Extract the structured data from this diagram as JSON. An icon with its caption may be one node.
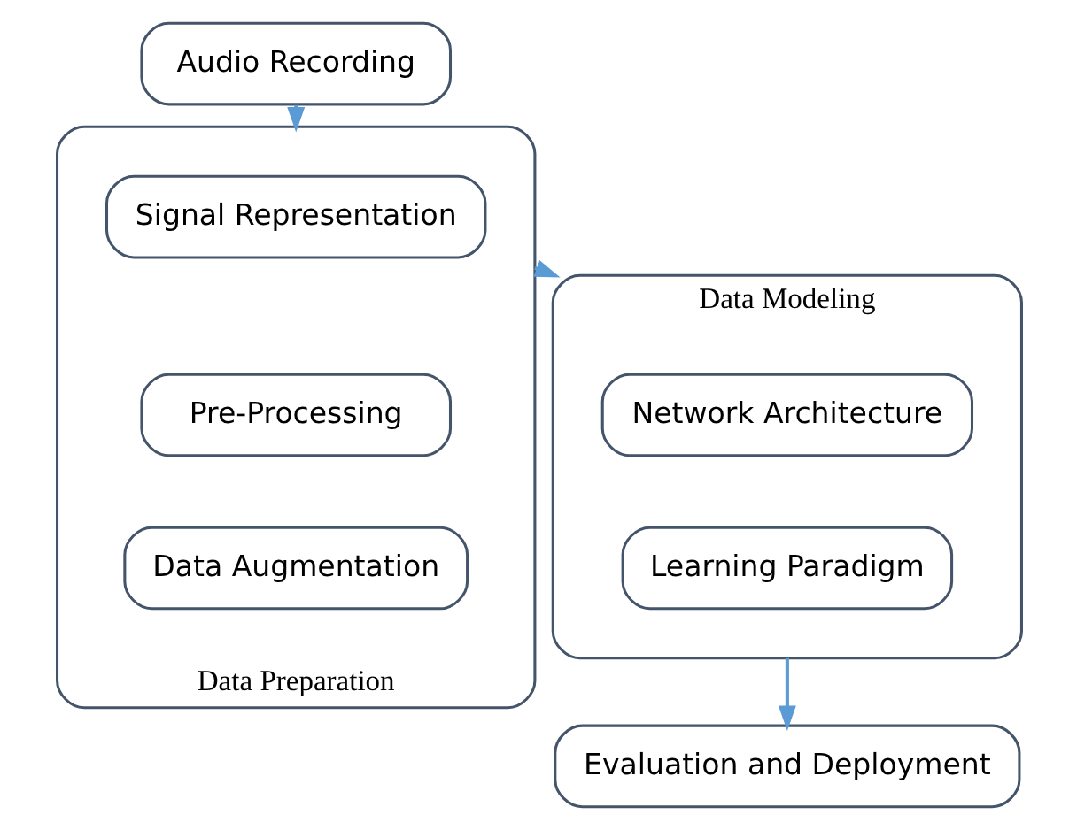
{
  "diagram": {
    "nodes": [
      {
        "text": [
          "Audio Recording"
        ]
      },
      {
        "text": [
          "Data Preparation"
        ]
      },
      {
        "text": [
          "Signal Representation"
        ],
        "in": 1
      },
      {
        "text": [
          "Pre-Processing"
        ],
        "in": 1
      },
      {
        "text": [
          "Data Augmentation"
        ],
        "in": 1
      },
      {
        "text": [
          "Data Modeling"
        ]
      },
      {
        "text": [
          "Network Architecture"
        ],
        "in": 5
      },
      {
        "text": [
          "Learning Paradigm"
        ],
        "in": 5
      },
      {
        "text": [
          "Evaluation and Deployment"
        ]
      }
    ],
    "edges": [
      {
        "from": 0,
        "to": 1,
        "arrow": "to"
      },
      {
        "from": 1,
        "to": 5,
        "arrow": "to"
      },
      {
        "from": 5,
        "to": 8,
        "arrow": "to"
      }
    ]
  }
}
